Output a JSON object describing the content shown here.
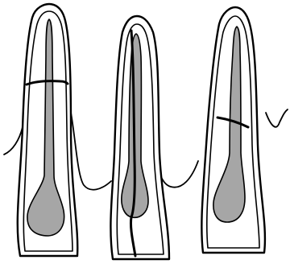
{
  "figure": {
    "panels": [
      {
        "id": "tooth-left",
        "fracture": "horizontal-cervical"
      },
      {
        "id": "tooth-middle",
        "fracture": "vertical-root"
      },
      {
        "id": "tooth-right",
        "fracture": "oblique-mid-root"
      }
    ],
    "colors": {
      "line": "#000000",
      "pulp": "#a6a6a6",
      "background": "#ffffff"
    }
  }
}
